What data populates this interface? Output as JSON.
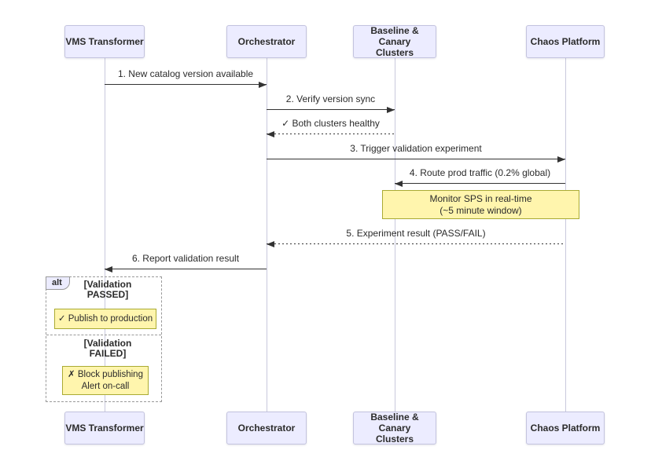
{
  "colors": {
    "background": "#FFFFFF",
    "actor_fill": "#ECECFF",
    "actor_border": "#C3C3DE",
    "lifeline": "#C9C9DD",
    "note_fill": "#FFF5AD",
    "note_border": "#AAAA33",
    "message_line": "#333333",
    "frame_border": "#999999",
    "text": "#2B2B2B"
  },
  "actors": [
    {
      "id": "vms-transformer",
      "lines": [
        "VMS Transformer"
      ]
    },
    {
      "id": "orchestrator",
      "lines": [
        "Orchestrator"
      ]
    },
    {
      "id": "baseline-canary-clusters",
      "lines": [
        "Baseline & Canary",
        "Clusters"
      ]
    },
    {
      "id": "chaos-platform",
      "lines": [
        "Chaos Platform"
      ]
    }
  ],
  "messages": [
    {
      "label": "1. New catalog version available",
      "from": "vms-transformer",
      "to": "orchestrator",
      "style": "solid"
    },
    {
      "label": "2. Verify version sync",
      "from": "orchestrator",
      "to": "baseline-canary-clusters",
      "style": "solid"
    },
    {
      "label": "✓ Both clusters healthy",
      "from": "baseline-canary-clusters",
      "to": "orchestrator",
      "style": "dashed"
    },
    {
      "label": "3. Trigger validation experiment",
      "from": "orchestrator",
      "to": "chaos-platform",
      "style": "solid"
    },
    {
      "label": "4. Route prod traffic (0.2% global)",
      "from": "chaos-platform",
      "to": "baseline-canary-clusters",
      "style": "solid"
    },
    {
      "label": "5. Experiment result (PASS/FAIL)",
      "from": "chaos-platform",
      "to": "orchestrator",
      "style": "dashed"
    },
    {
      "label": "6. Report validation result",
      "from": "orchestrator",
      "to": "vms-transformer",
      "style": "solid"
    }
  ],
  "note": {
    "lines": [
      "Monitor SPS in real-time",
      "(~5 minute window)"
    ]
  },
  "alt": {
    "label": "alt",
    "sections": [
      {
        "condition": [
          "[Validation",
          "PASSED]"
        ],
        "note": [
          "✓ Publish to production"
        ]
      },
      {
        "condition": [
          "[Validation",
          "FAILED]"
        ],
        "note": [
          "✗ Block publishing",
          "Alert on-call"
        ]
      }
    ]
  }
}
